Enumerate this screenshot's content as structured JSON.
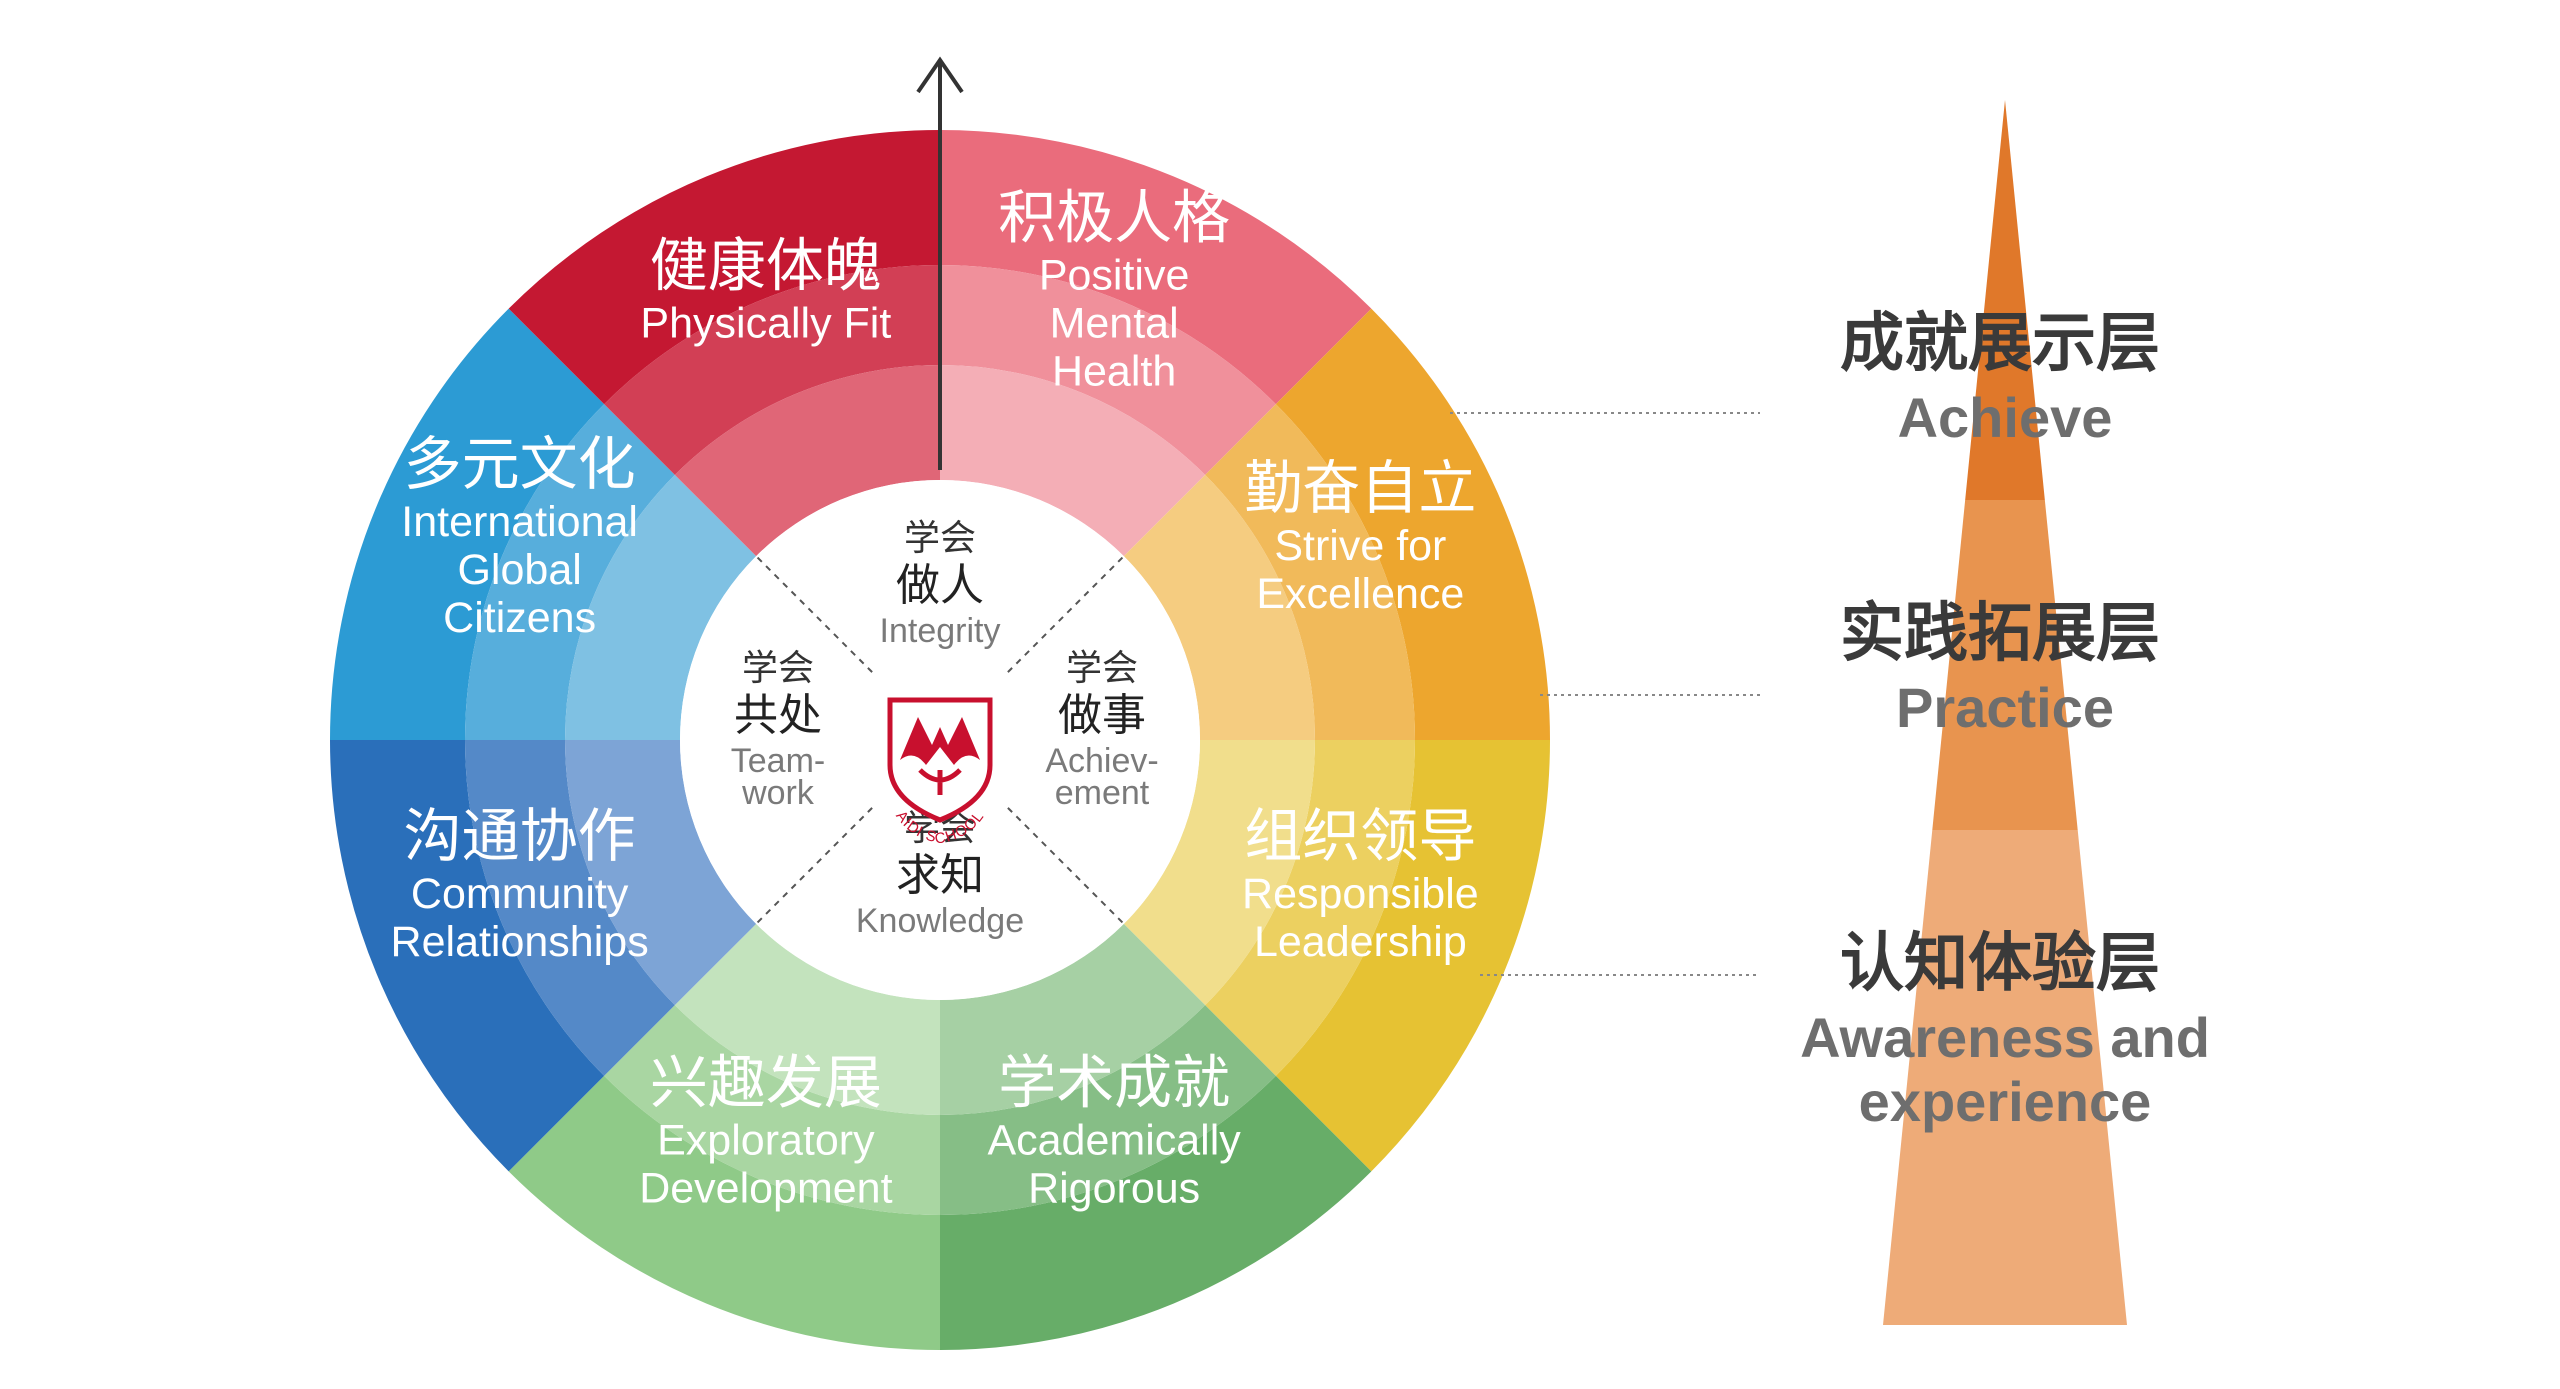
{
  "segments": [
    {
      "cn": "积极人格",
      "en": [
        "Positive",
        "Mental",
        "Health"
      ],
      "outer": "#ea6c7c",
      "mid": "#f0909b",
      "inner": "#f4aeb6"
    },
    {
      "cn": "勤奋自立",
      "en": [
        "Strive for",
        "Excellence"
      ],
      "outer": "#eda62e",
      "mid": "#f1ba5a",
      "inner": "#f5cc80"
    },
    {
      "cn": "组织领导",
      "en": [
        "Responsible",
        "Leadership"
      ],
      "outer": "#e6c233",
      "mid": "#ecd060",
      "inner": "#f1de8c"
    },
    {
      "cn": "学术成就",
      "en": [
        "Academically",
        "Rigorous"
      ],
      "outer": "#67ad68",
      "mid": "#86be86",
      "inner": "#a6d0a4"
    },
    {
      "cn": "兴趣发展",
      "en": [
        "Exploratory",
        "Development"
      ],
      "outer": "#8fca88",
      "mid": "#a9d6a2",
      "inner": "#c3e3bd"
    },
    {
      "cn": "沟通协作",
      "en": [
        "Community",
        "Relationships"
      ],
      "outer": "#2a6fba",
      "mid": "#5489c8",
      "inner": "#7da4d6"
    },
    {
      "cn": "多元文化",
      "en": [
        "International",
        "Global",
        "Citizens"
      ],
      "outer": "#2c9bd4",
      "mid": "#57aedc",
      "inner": "#7fc1e3"
    },
    {
      "cn": "健康体魄",
      "en": [
        "Physically Fit"
      ],
      "outer": "#c41832",
      "mid": "#d23f55",
      "inner": "#e06677"
    }
  ],
  "center": [
    {
      "small": "学会",
      "big": "做人",
      "en": [
        "Integrity"
      ]
    },
    {
      "small": "学会",
      "big": "做事",
      "en": [
        "Achiev-",
        "ement"
      ]
    },
    {
      "small": "学会",
      "big": "求知",
      "en": [
        "Knowledge"
      ]
    },
    {
      "small": "学会",
      "big": "共处",
      "en": [
        "Team-",
        "work"
      ]
    }
  ],
  "logo": {
    "text": "AIDI SCHOOL",
    "color": "#c8102e"
  },
  "levels": [
    {
      "cn": "成就展示层",
      "en": [
        "Achieve"
      ],
      "color": "#e0782a"
    },
    {
      "cn": "实践拓展层",
      "en": [
        "Practice"
      ],
      "color": "#e8944f"
    },
    {
      "cn": "认知体验层",
      "en": [
        "Awareness and",
        "experience"
      ],
      "color": "#eeab78"
    }
  ]
}
